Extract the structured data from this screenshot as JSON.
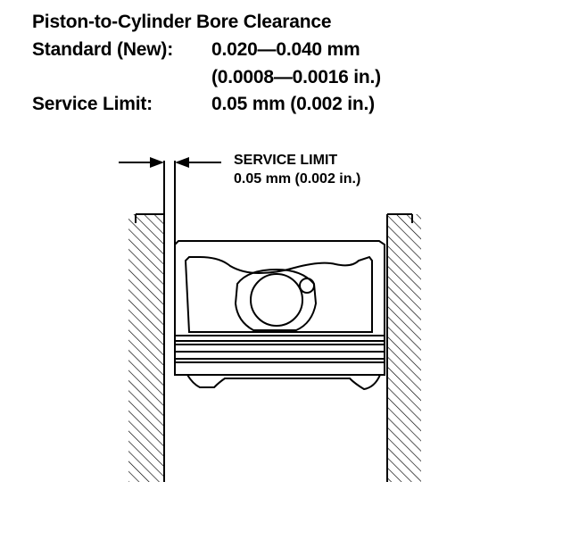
{
  "spec": {
    "title": "Piston-to-Cylinder Bore Clearance",
    "standard_label": "Standard (New):",
    "standard_mm": "0.020—0.040 mm",
    "standard_in": "(0.0008—0.0016 in.)",
    "service_limit_label": "Service Limit:",
    "service_limit_value": "0.05 mm (0.002 in.)"
  },
  "diagram": {
    "callout_line1": "SERVICE LIMIT",
    "callout_line2": "0.05 mm (0.002 in.)",
    "colors": {
      "ink": "#000000",
      "paper": "#ffffff"
    }
  }
}
